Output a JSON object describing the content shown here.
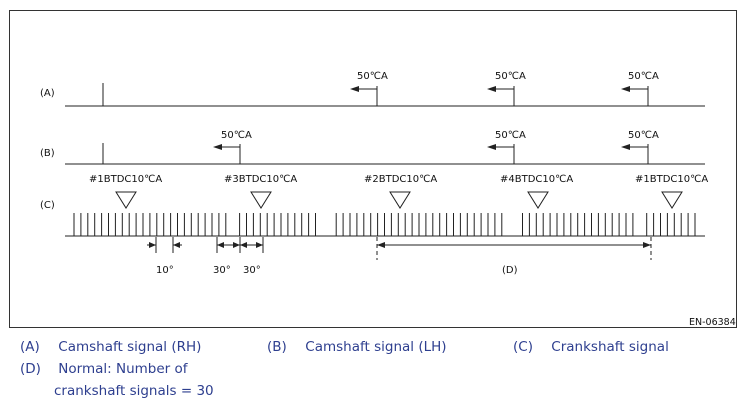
{
  "diagram": {
    "row_labels": {
      "a": "(A)",
      "b": "(B)",
      "c": "(C)"
    },
    "crank_angle_label": "50℃A",
    "tdc_labels": [
      "#1BTDC10℃A",
      "#3BTDC10℃A",
      "#2BTDC10℃A",
      "#4BTDC10℃A",
      "#1BTDC10℃A"
    ],
    "dimensions": {
      "d1": "10°",
      "d2": "30°",
      "d3": "30°",
      "span": "(D)"
    },
    "figure_id": "EN-06384"
  },
  "legend": {
    "a_code": "(A)",
    "a_text": "Camshaft signal (RH)",
    "b_code": "(B)",
    "b_text": "Camshaft signal (LH)",
    "c_code": "(C)",
    "c_text": "Crankshaft signal",
    "d_code": "(D)",
    "d_text_line1": "Normal: Number of",
    "d_text_line2": "crankshaft signals = 30"
  },
  "colors": {
    "line": "#222222",
    "legend_text": "#2e3f8f",
    "frame": "#333333"
  }
}
